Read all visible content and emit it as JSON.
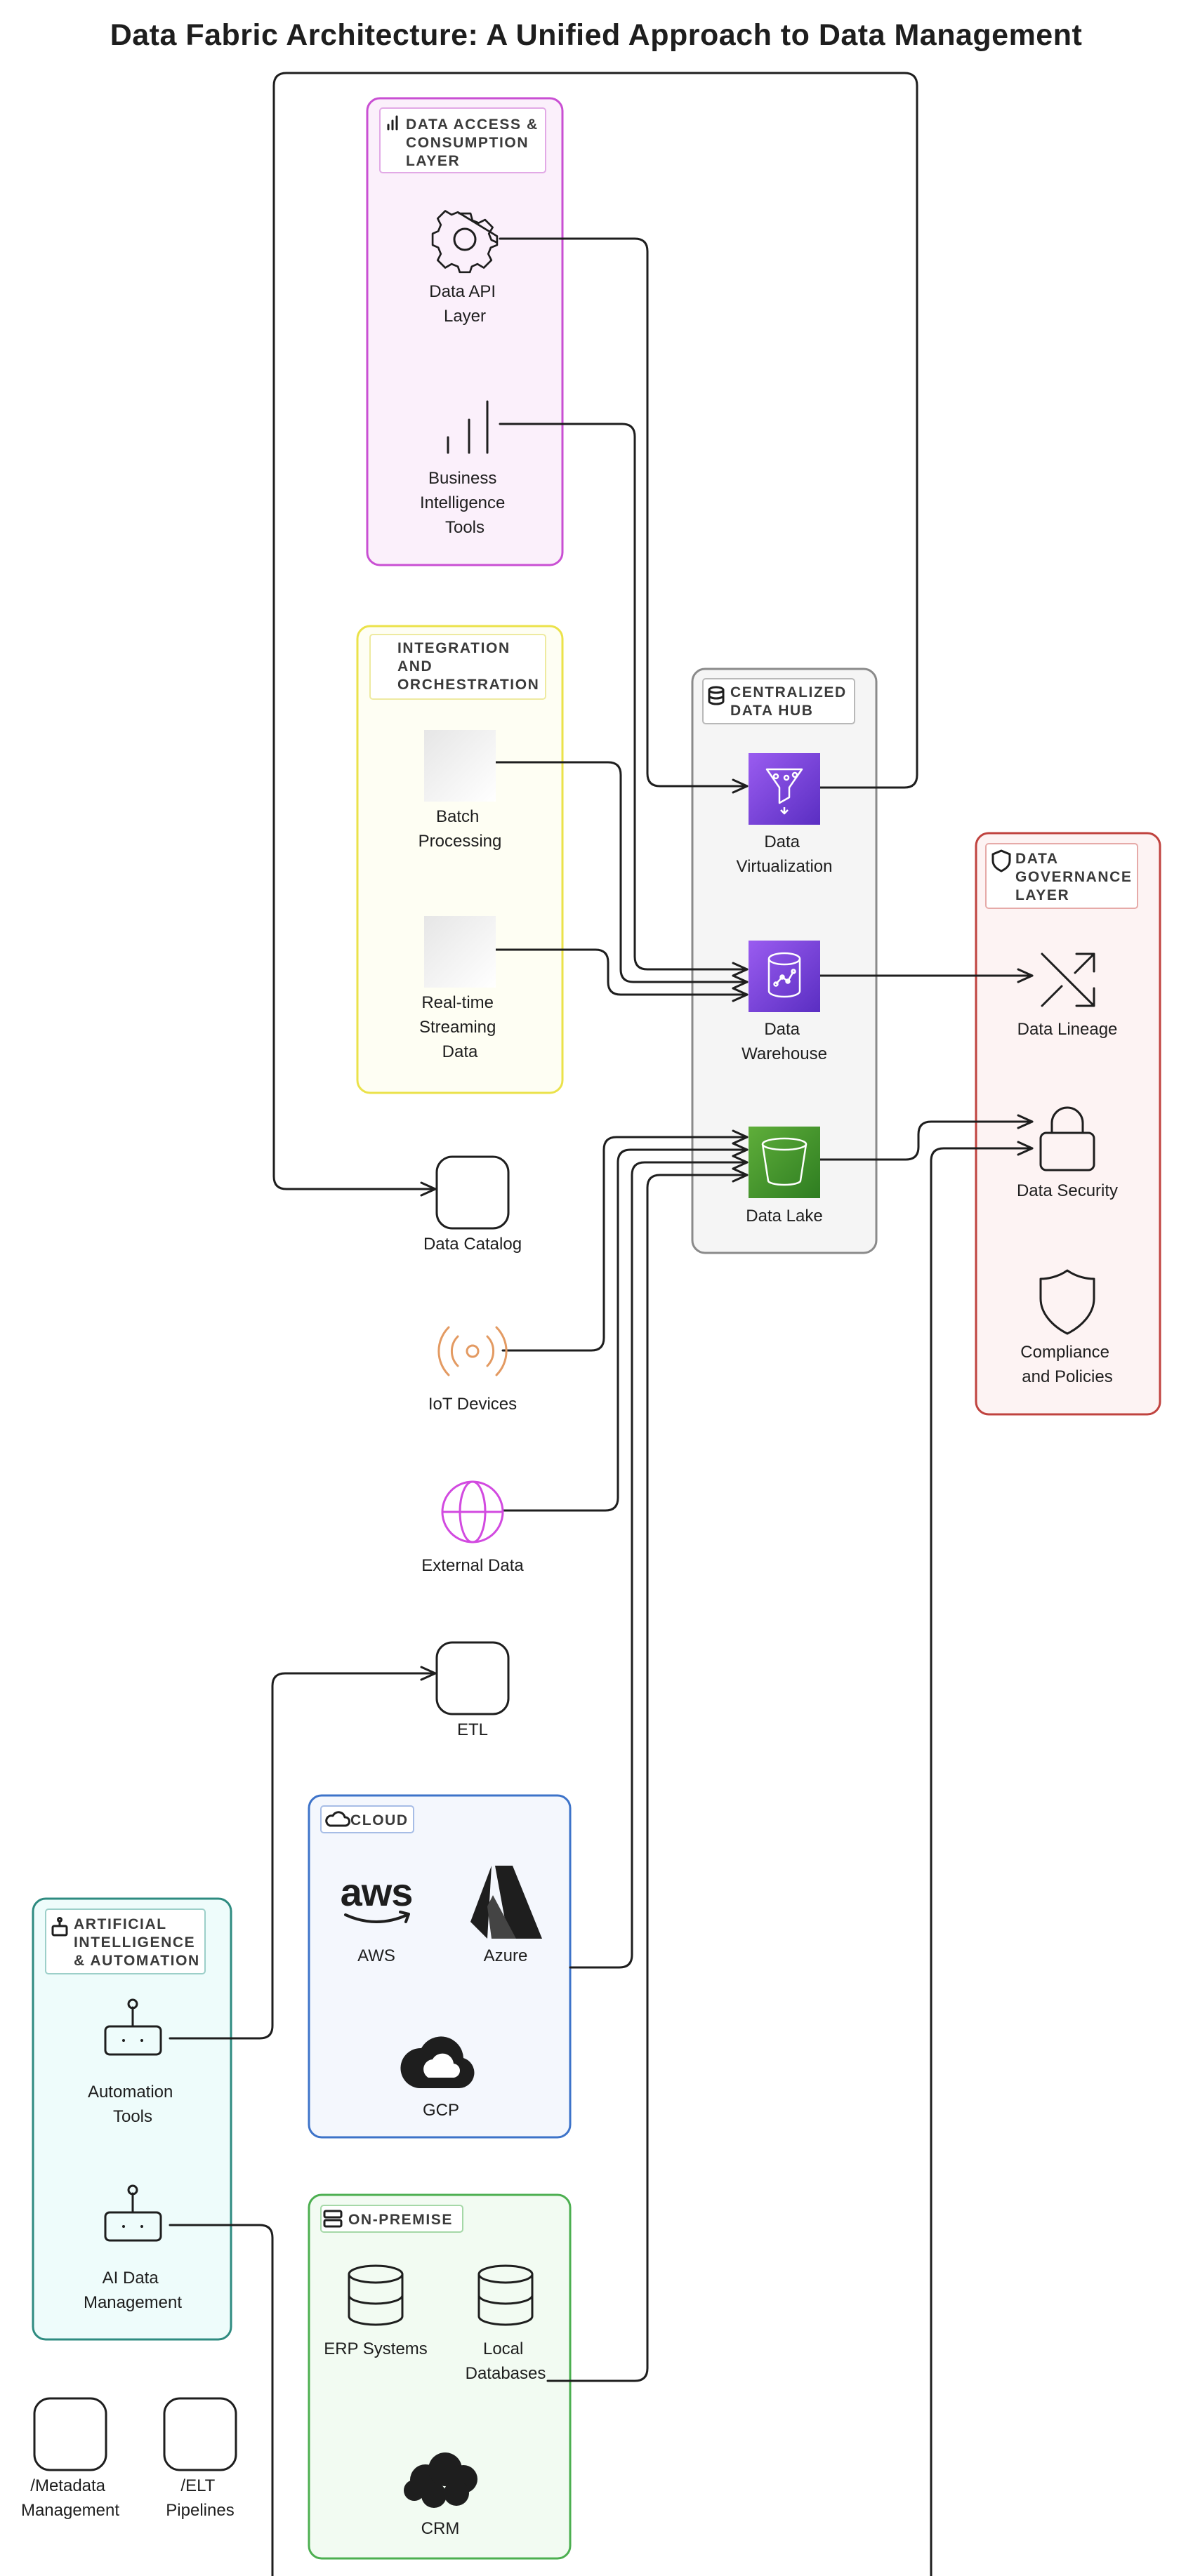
{
  "title": "Data Fabric Architecture: A Unified Approach to Data Management",
  "groups": {
    "access": {
      "label": [
        "DATA ACCESS &",
        "CONSUMPTION",
        "LAYER"
      ],
      "border": "#c94fd3",
      "fill": "#fbf0fb"
    },
    "integration": {
      "label": [
        "INTEGRATION",
        "AND",
        "ORCHESTRATION"
      ],
      "border": "#ebe24a",
      "fill": "#fefef3"
    },
    "hub": {
      "label": [
        "CENTRALIZED",
        "DATA HUB"
      ],
      "border": "#8a8a8a",
      "fill": "#f5f5f5"
    },
    "governance": {
      "label": [
        "DATA",
        "GOVERNANCE",
        "LAYER"
      ],
      "border": "#c0433f",
      "fill": "#fdf3f3"
    },
    "ai": {
      "label": [
        "ARTIFICIAL",
        "INTELLIGENCE",
        "& AUTOMATION"
      ],
      "border": "#2e8b80",
      "fill": "#eefcfb"
    },
    "cloud": {
      "label": [
        "CLOUD"
      ],
      "border": "#3d73c9",
      "fill": "#f4f7fd"
    },
    "onprem": {
      "label": [
        "ON-PREMISE"
      ],
      "border": "#4caf50",
      "fill": "#f2fbf2"
    }
  },
  "nodes": {
    "data_api": [
      "Data API",
      "Layer"
    ],
    "bi_tools": [
      "Business",
      "Intelligence",
      "Tools"
    ],
    "batch": [
      "Batch",
      "Processing"
    ],
    "streaming": [
      "Real-time",
      "Streaming",
      "Data"
    ],
    "catalog": [
      "Data Catalog"
    ],
    "iot": [
      "IoT Devices"
    ],
    "external": [
      "External Data"
    ],
    "etl": [
      "ETL"
    ],
    "virtualization": [
      "Data",
      "Virtualization"
    ],
    "warehouse": [
      "Data",
      "Warehouse"
    ],
    "lake": [
      "Data Lake"
    ],
    "lineage": [
      "Data Lineage"
    ],
    "security": [
      "Data Security"
    ],
    "compliance": [
      "Compliance",
      "and Policies"
    ],
    "automation": [
      "Automation",
      "Tools"
    ],
    "ai_mgmt": [
      "AI Data",
      "Management"
    ],
    "aws": [
      "AWS"
    ],
    "azure": [
      "Azure"
    ],
    "gcp": [
      "GCP"
    ],
    "erp": [
      "ERP Systems"
    ],
    "local_db": [
      "Local",
      "Databases"
    ],
    "crm": [
      "CRM"
    ],
    "metadata": [
      "/Metadata",
      "Management"
    ],
    "elt": [
      "/ELT",
      "Pipelines"
    ]
  },
  "icon_text": {
    "aws": "aws"
  },
  "colors": {
    "ink": "#1e1e1e",
    "aws_purple_light": "#9a5cf0",
    "aws_purple_dark": "#5a2ec2",
    "aws_green_light": "#5fae3a",
    "aws_green_dark": "#2e7d21",
    "iot_orange": "#e39a62",
    "external_magenta": "#d24ae0"
  },
  "icons": {
    "data_api": "gear-icon",
    "bi_tools": "bar-chart-icon",
    "batch": "placeholder-image-icon",
    "streaming": "placeholder-image-icon",
    "catalog": "rounded-square-icon",
    "iot": "broadcast-icon",
    "external": "globe-icon",
    "etl": "rounded-square-icon",
    "virtualization": "funnel-icon",
    "warehouse": "database-icon",
    "lake": "bucket-icon",
    "lineage": "shuffle-icon",
    "security": "lock-icon",
    "compliance": "shield-icon",
    "automation": "robot-icon",
    "ai_mgmt": "robot-icon",
    "aws": "aws-logo-icon",
    "azure": "azure-logo-icon",
    "gcp": "gcp-logo-icon",
    "erp": "database-cylinder-icon",
    "local_db": "database-cylinder-icon",
    "crm": "cloud-icon",
    "metadata": "rounded-square-icon",
    "elt": "rounded-square-icon"
  }
}
